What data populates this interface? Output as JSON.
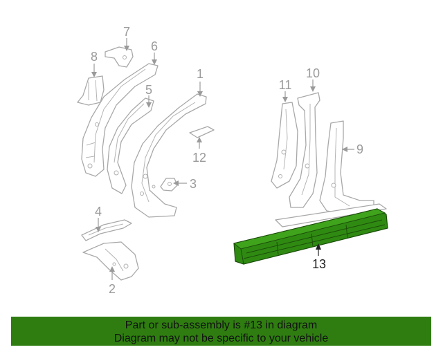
{
  "callouts": [
    {
      "id": "1",
      "label": "1"
    },
    {
      "id": "2",
      "label": "2"
    },
    {
      "id": "3",
      "label": "3"
    },
    {
      "id": "4",
      "label": "4"
    },
    {
      "id": "5",
      "label": "5"
    },
    {
      "id": "6",
      "label": "6"
    },
    {
      "id": "7",
      "label": "7"
    },
    {
      "id": "8",
      "label": "8"
    },
    {
      "id": "9",
      "label": "9"
    },
    {
      "id": "10",
      "label": "10"
    },
    {
      "id": "11",
      "label": "11"
    },
    {
      "id": "12",
      "label": "12"
    },
    {
      "id": "13",
      "label": "13"
    }
  ],
  "highlighted_part": "13",
  "colors": {
    "highlight": "#2f8a12",
    "banner": "#2f7d11",
    "outline": "#a8a8a8"
  },
  "banner": {
    "line1": "Part or sub-assembly is #13 in diagram",
    "line2": "Diagram may not be specific to your vehicle"
  }
}
